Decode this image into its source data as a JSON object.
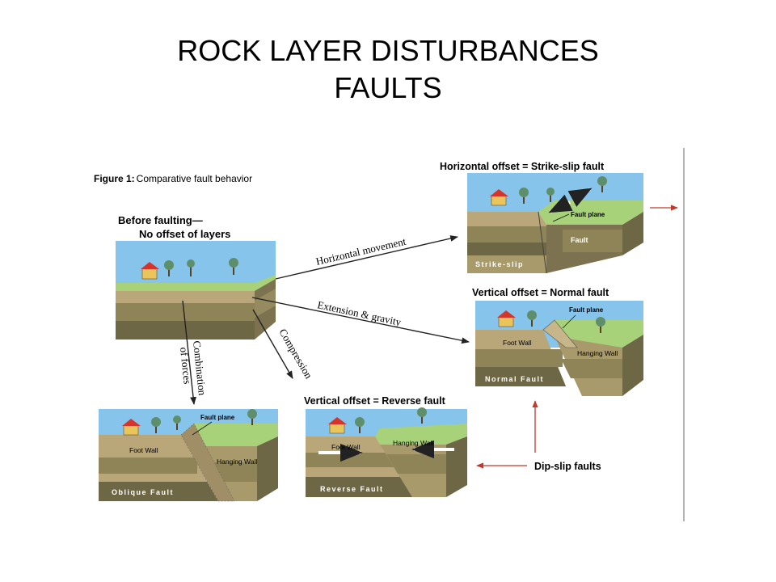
{
  "slide": {
    "title_line1": "ROCK LAYER DISTURBANCES",
    "title_line2": "FAULTS"
  },
  "figure": {
    "caption_bold": "Figure 1:",
    "caption_text": "Comparative fault behavior",
    "before_line1": "Before faulting—",
    "before_line2": "No offset of layers",
    "arrow_horizontal": "Horizontal movement",
    "arrow_extension": "Extension & gravity",
    "arrow_compression": "Compression",
    "arrow_combination_line1": "Combination",
    "arrow_combination_line2": "of forces",
    "strike_slip_heading": "Horizontal offset = Strike-slip fault",
    "strike_slip_fault_plane": "Fault plane",
    "strike_slip_fault": "Fault",
    "strike_slip_label": "Strike-slip",
    "normal_heading": "Vertical offset = Normal fault",
    "normal_fault_plane": "Fault plane",
    "normal_foot_wall": "Foot Wall",
    "normal_hanging_wall": "Hanging Wall",
    "normal_label": "Normal Fault",
    "reverse_heading": "Vertical offset = Reverse fault",
    "reverse_foot_wall": "Foot Wall",
    "reverse_hanging_wall": "Hanging Wall",
    "reverse_label": "Reverse Fault",
    "oblique_fault_plane": "Fault plane",
    "oblique_foot_wall": "Foot Wall",
    "oblique_hanging_wall": "Hanging Wall",
    "oblique_label": "Oblique Fault",
    "dip_slip_label": "Dip-slip faults"
  },
  "colors": {
    "sky": "#86c4ec",
    "grass": "#a8d27a",
    "layer_light": "#b9a77a",
    "layer_mid": "#8f8458",
    "layer_dark": "#6e6746",
    "annotation_red": "#c0392b"
  }
}
